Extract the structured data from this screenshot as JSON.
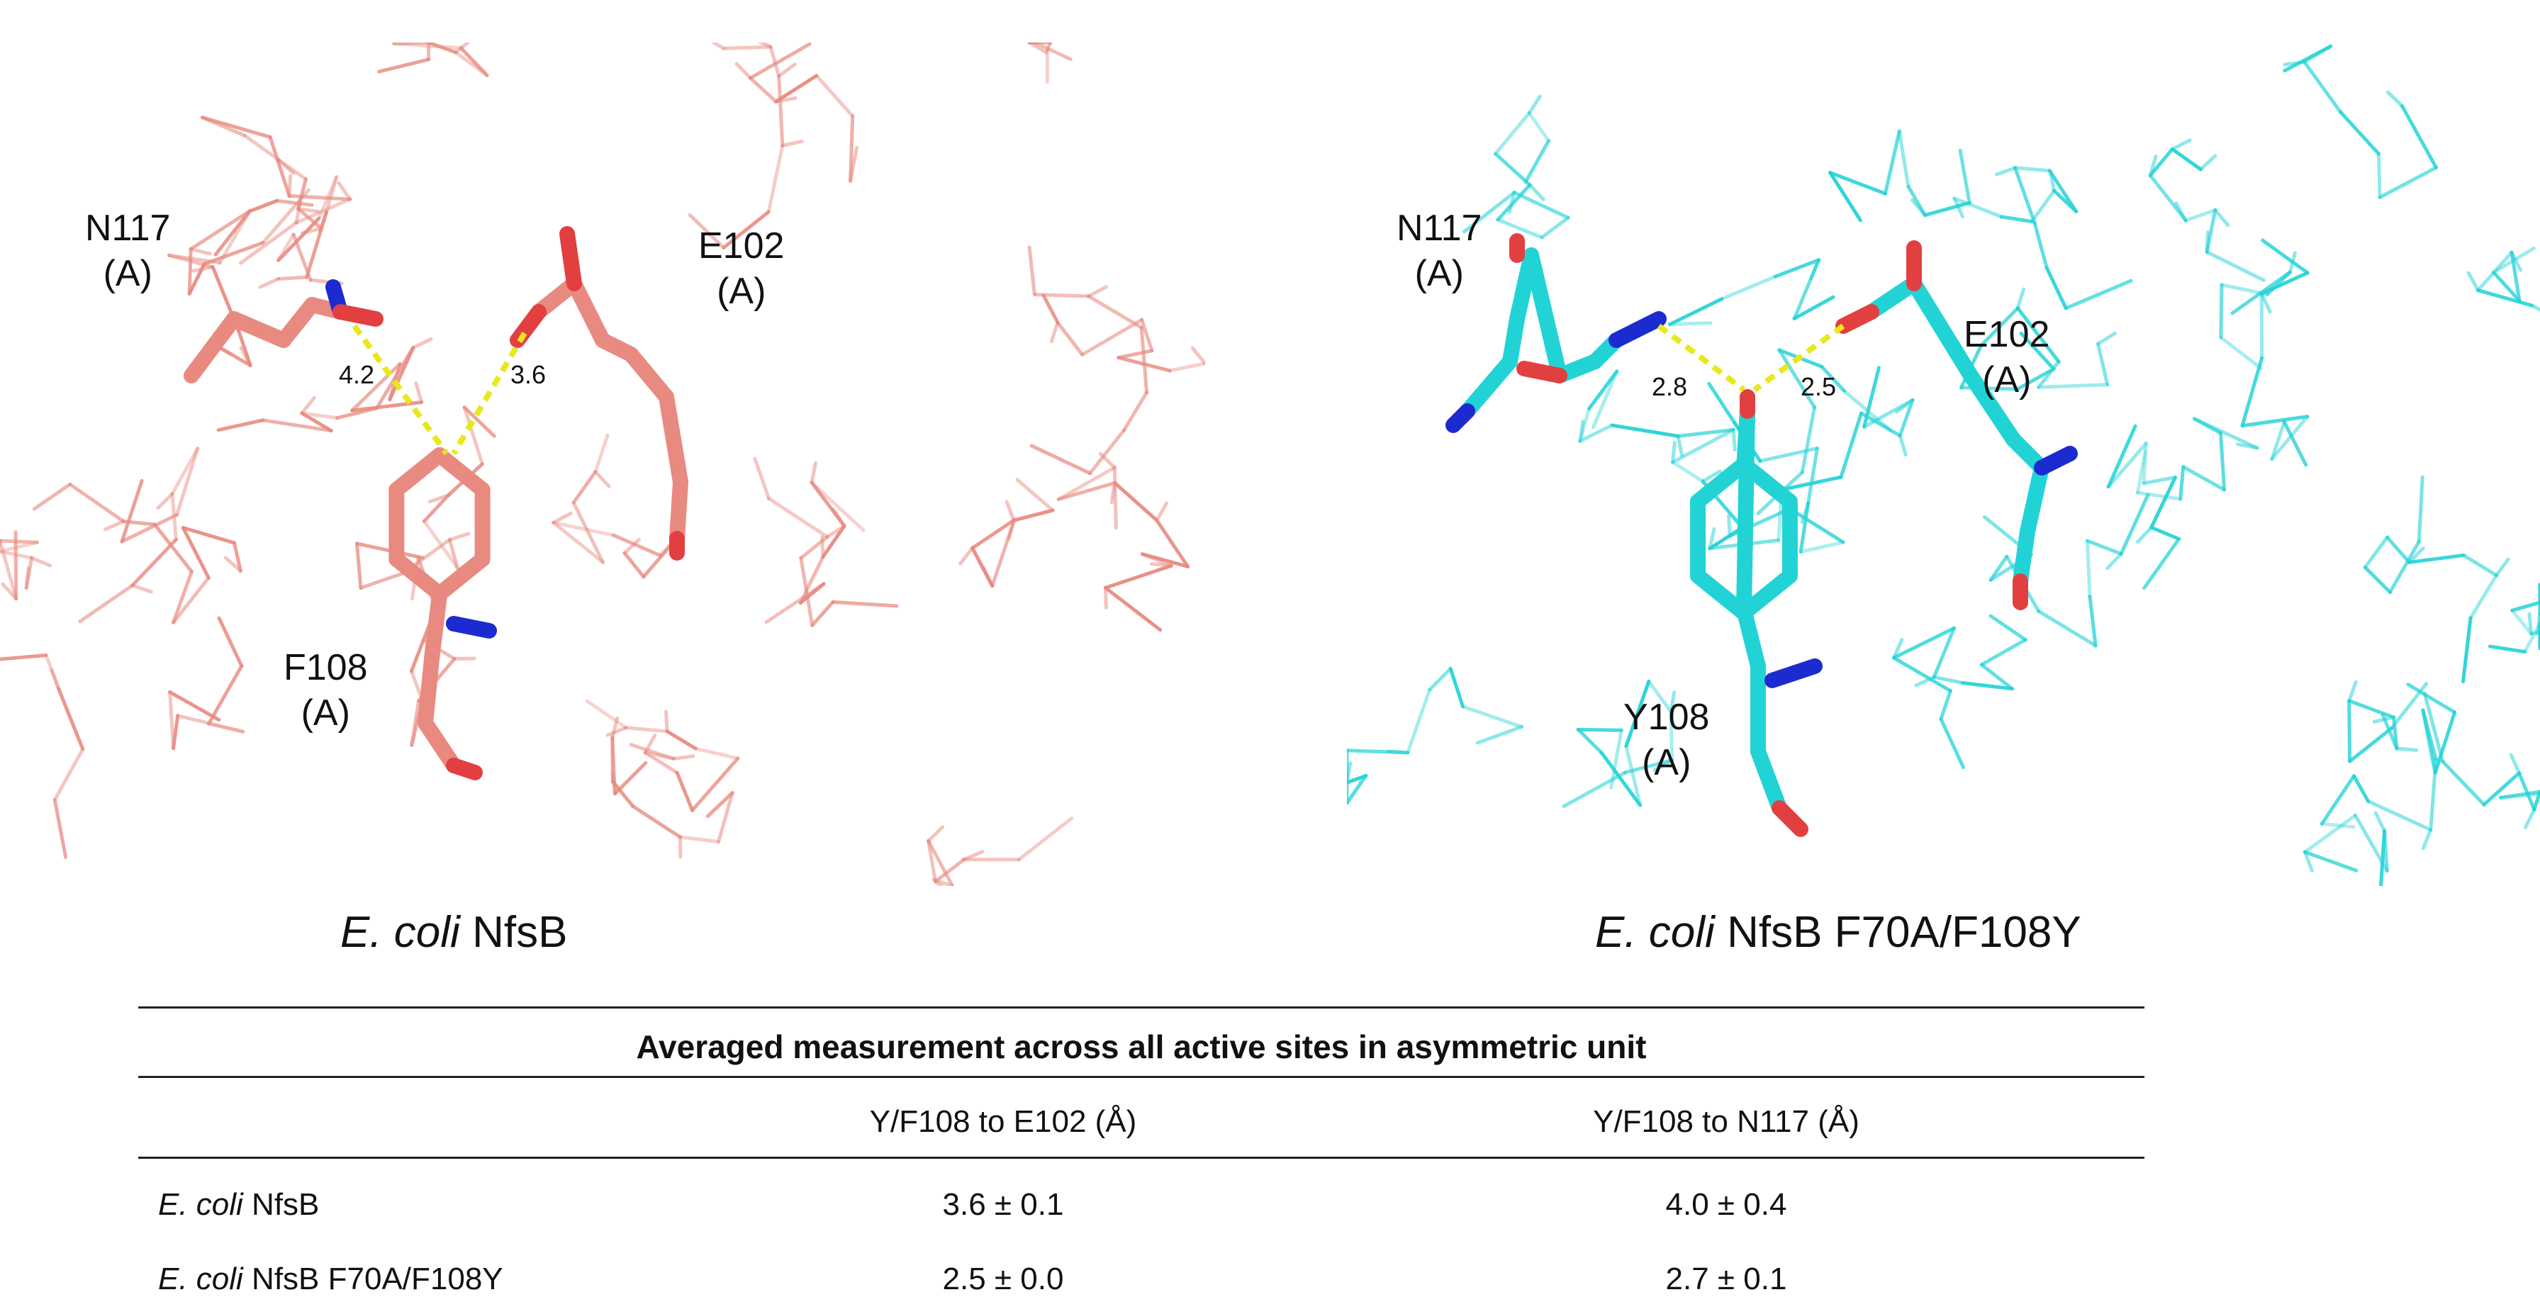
{
  "panels": {
    "left": {
      "caption_italic": "E. coli",
      "caption_rest": " NfsB",
      "labels": {
        "n117": "N117\n(A)",
        "e102": "E102\n(A)",
        "f108": "F108\n(A)"
      },
      "distances": {
        "d1": "4.2",
        "d2": "3.6"
      },
      "color": "#e88a80"
    },
    "right": {
      "caption_italic": "E. coli",
      "caption_rest": " NfsB F70A/F108Y",
      "labels": {
        "n117": "N117\n(A)",
        "e102": "E102\n(A)",
        "y108": "Y108\n(A)"
      },
      "distances": {
        "d1": "2.8",
        "d2": "2.5"
      },
      "color": "#22d3d6"
    }
  },
  "table": {
    "title": "Averaged measurement across all active sites in asymmetric unit",
    "columns": [
      "Y/F108 to E102 (Å)",
      "Y/F108 to N117 (Å)"
    ],
    "rows": [
      {
        "label_italic": "E. coli",
        "label_rest": " NfsB",
        "values": [
          "3.6 ± 0.1",
          "4.0 ± 0.4"
        ]
      },
      {
        "label_italic": "E. coli",
        "label_rest": " NfsB F70A/F108Y",
        "values": [
          "2.5 ±  0.0",
          "2.7 ± 0.1"
        ]
      }
    ]
  }
}
